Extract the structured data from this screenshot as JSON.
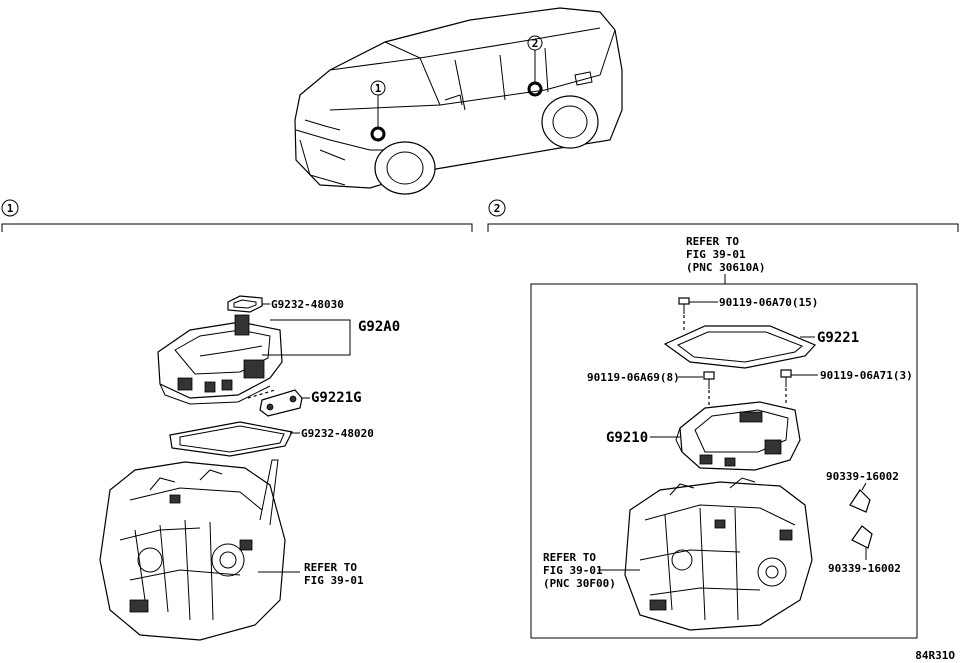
{
  "callouts": {
    "marker_1": "1",
    "marker_2": "2"
  },
  "section_1": {
    "number": "1",
    "parts": {
      "g92a0": "G92A0",
      "gasket_top": "G9232-48030",
      "g9221g": "G9221G",
      "gasket_bottom": "G9232-48020"
    },
    "refer_line1": "REFER TO",
    "refer_line2": "FIG 39-01"
  },
  "section_2": {
    "number": "2",
    "top_refer_line1": "REFER TO",
    "top_refer_line2": "FIG 39-01",
    "top_refer_line3": "(PNC 30610A)",
    "parts": {
      "bolt_15": "90119-06A70(15)",
      "g9221": "G9221",
      "bolt_8": "90119-06A69(8)",
      "bolt_3": "90119-06A71(3)",
      "g9210": "G9210",
      "plug_top": "90339-16002",
      "plug_bottom": "90339-16002"
    },
    "bottom_refer_line1": "REFER TO",
    "bottom_refer_line2": "FIG 39-01",
    "bottom_refer_line3": "(PNC 30F00)"
  },
  "figure_code": "84R31O"
}
